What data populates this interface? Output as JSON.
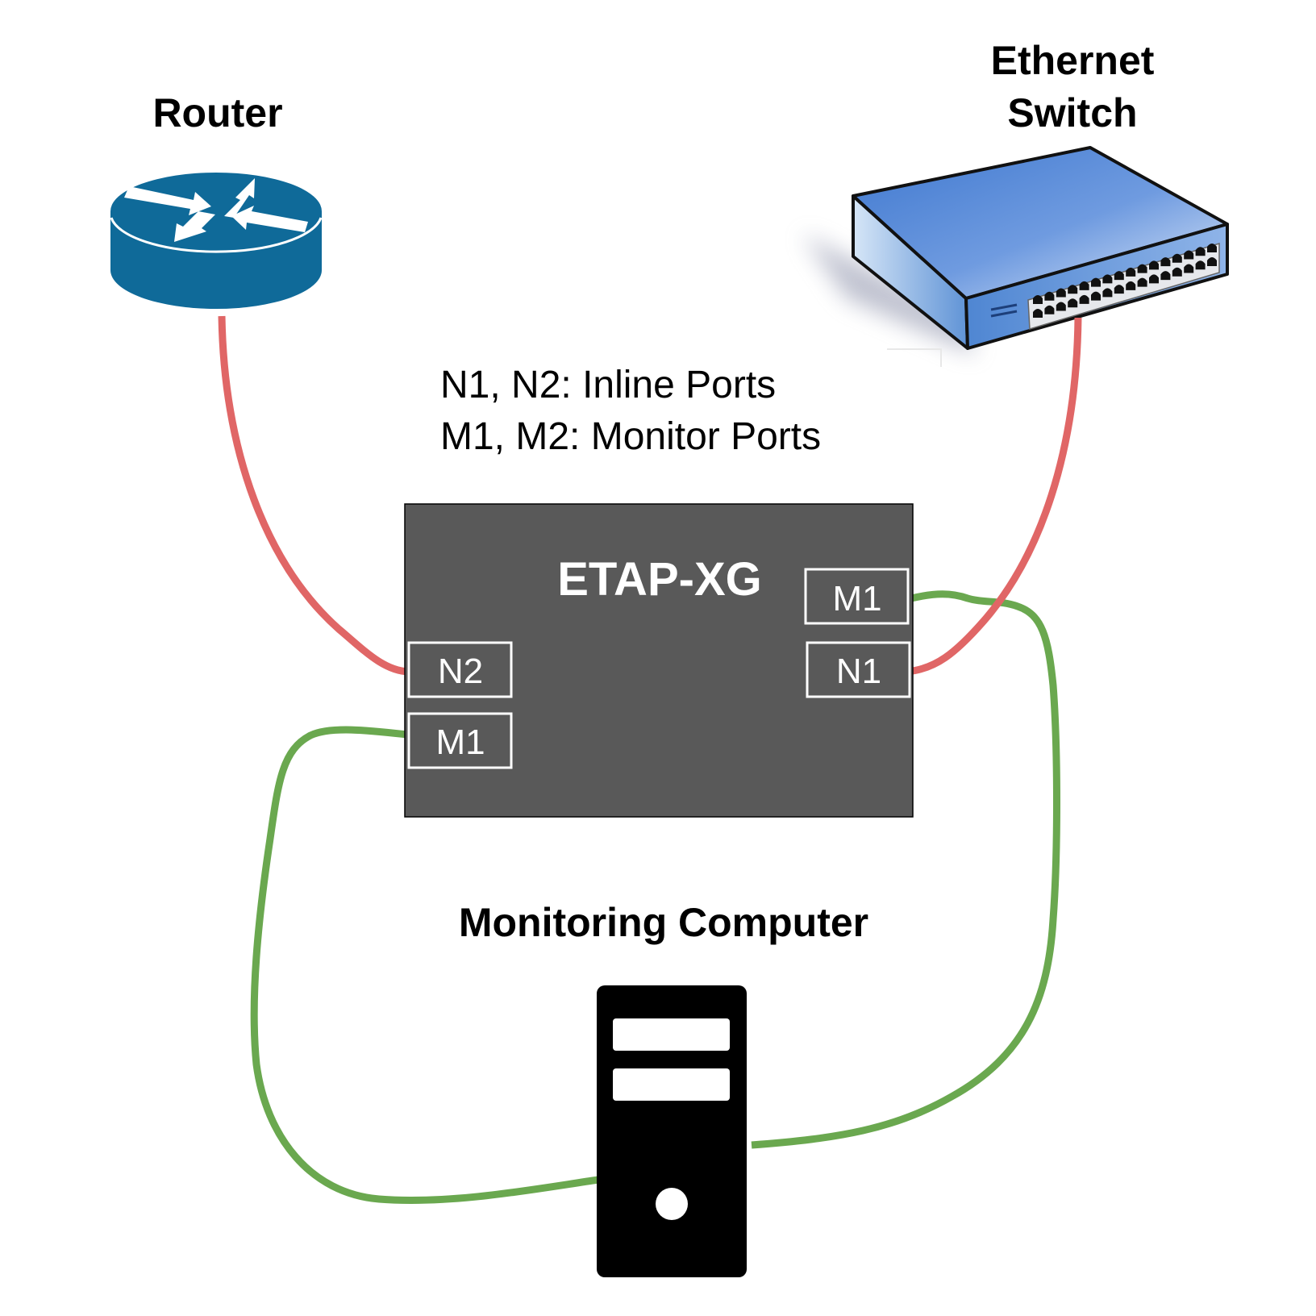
{
  "labels": {
    "router": "Router",
    "switch_line1": "Ethernet",
    "switch_line2": "Switch",
    "computer": "Monitoring Computer"
  },
  "legend": {
    "line1": "N1, N2: Inline Ports",
    "line2": "M1, M2: Monitor Ports"
  },
  "tap_device": {
    "title": "ETAP-XG",
    "ports": {
      "left_inline": "N2",
      "left_monitor": "M1",
      "right_monitor": "M1",
      "right_inline": "N1"
    }
  },
  "connections": [
    {
      "from": "Router",
      "to": "ETAP-XG N2",
      "type": "inline"
    },
    {
      "from": "Ethernet Switch",
      "to": "ETAP-XG N1",
      "type": "inline"
    },
    {
      "from": "ETAP-XG M1 (left)",
      "to": "Monitoring Computer",
      "type": "monitor"
    },
    {
      "from": "ETAP-XG M1 (right)",
      "to": "Monitoring Computer",
      "type": "monitor"
    }
  ],
  "colors": {
    "inline_cable": "#E06666",
    "monitor_cable": "#6AA84F",
    "router": "#0F6A99",
    "tap_body": "#595959",
    "switch_blue": "#4A82D0"
  }
}
